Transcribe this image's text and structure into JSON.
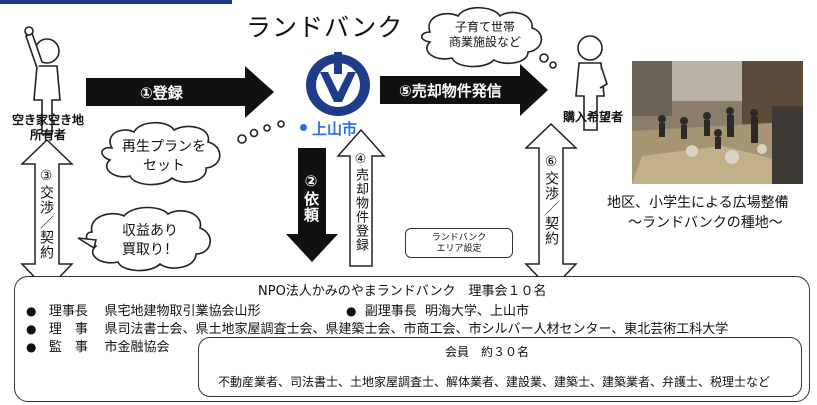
{
  "title": "ランドバンク",
  "logo": {
    "city_name": "上山市",
    "accent_color": "#1f3c88",
    "text_color": "#2a6fdb"
  },
  "owner": {
    "line1": "空き家空き地",
    "line2": "所有者"
  },
  "buyer": {
    "label": "購入希望者"
  },
  "clouds": {
    "buyer_line1": "子育て世帯",
    "buyer_line2": "商業施設など",
    "plan_line1": "再生プランを",
    "plan_line2": "セット",
    "profit_line1": "収益あり",
    "profit_line2": "買取り！"
  },
  "arrows": {
    "register": "①登録",
    "request": "②依頼",
    "negotiate_owner": "③交渉／契約",
    "register_listing": "④売却物件登録",
    "announce": "⑤売却物件発信",
    "negotiate_buyer": "⑥交渉／契約"
  },
  "area_box": {
    "line1": "ランドバンク",
    "line2": "エリア設定"
  },
  "npo": {
    "heading": "NPO法人かみのやまランドバンク　理事会１０名",
    "rows": [
      {
        "role": "理事長",
        "value": "県宅地建物取引業協会山形"
      },
      {
        "role": "副理事長",
        "value": "明海大学、上山市"
      },
      {
        "role": "理　事",
        "value": "県司法書士会、県土地家屋調査士会、県建築士会、市商工会、市シルバー人材センター、東北芸術工科大学"
      },
      {
        "role": "監　事",
        "value": "市金融協会"
      }
    ],
    "members_title": "会員　約３０名",
    "members_list": "不動産業者、司法書士、土地家屋調査士、解体業者、建設業、建築士、建築業者、弁護士、税理士など"
  },
  "photo_caption": {
    "line1": "地区、小学生による広場整備",
    "line2": "～ランドバンクの種地～"
  }
}
